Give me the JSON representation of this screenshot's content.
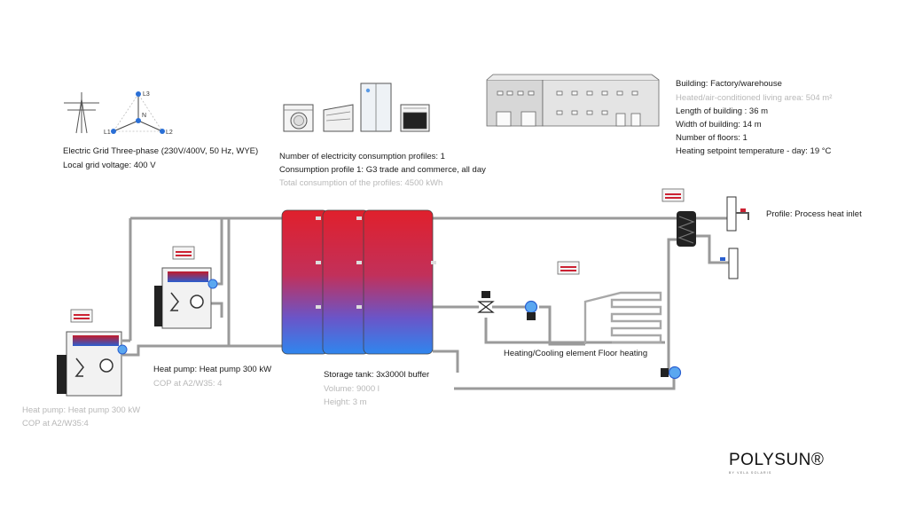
{
  "grid": {
    "title": "Electric Grid Three-phase (230V/400V, 50 Hz, WYE)",
    "voltage": "Local grid voltage: 400 V",
    "phase_labels": [
      "L3",
      "N",
      "L1",
      "L2"
    ]
  },
  "consumption": {
    "profiles_count": "Number of electricity consumption profiles: 1",
    "profile_1": "Consumption profile 1: G3 trade and commerce, all day",
    "total": "Total consumption of the profiles: 4500 kWh"
  },
  "building": {
    "type": "Building: Factory/warehouse",
    "area": "Heated/air-conditioned living area: 504 m²",
    "length": "Length of building : 36 m",
    "width": "Width of building: 14 m",
    "floors": "Number of floors: 1",
    "setpoint": "Heating setpoint temperature - day: 19 °C"
  },
  "process": {
    "profile": "Profile: Process heat inlet"
  },
  "heat_pump_1": {
    "name": "Heat pump: Heat pump 300 kW",
    "cop": "COP at A2/W35: 4"
  },
  "heat_pump_2": {
    "name": "Heat pump: Heat pump 300 kW",
    "cop": "COP at A2/W35:4"
  },
  "storage": {
    "name": "Storage tank: 3x3000l buffer",
    "volume": "Volume: 9000 l",
    "height": "Height: 3 m"
  },
  "floor_heating": {
    "name": "Heating/Cooling element Floor heating"
  },
  "brand": {
    "name": "POLYSUN®",
    "sub": "BY VELA SOLARIS"
  },
  "colors": {
    "hot": "#d9232e",
    "cold": "#2f7fe6",
    "pipe": "#9a9a9a",
    "label_faint": "#b8b8b8"
  },
  "icons": [
    "power-pylon-icon",
    "three-phase-wye-icon",
    "washing-machine-icon",
    "dishwasher-icon",
    "fridge-icon",
    "oven-icon",
    "factory-building-icon",
    "heat-exchanger-icon",
    "pump-icon",
    "mixing-valve-icon",
    "tap-icon",
    "controller-icon"
  ]
}
